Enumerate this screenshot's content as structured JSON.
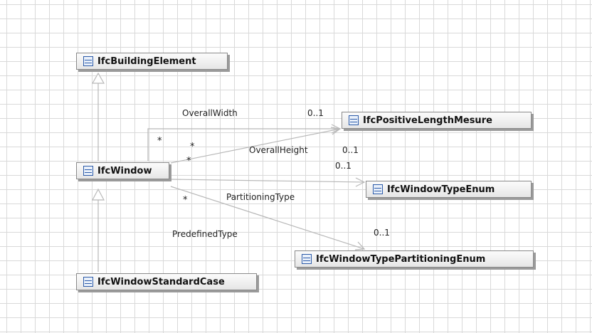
{
  "classes": {
    "building_element": "IfcBuildingElement",
    "window": "IfcWindow",
    "window_standard_case": "IfcWindowStandardCase",
    "positive_length": "IfcPositiveLengthMesure",
    "window_type_enum": "IfcWindowTypeEnum",
    "partitioning_enum": "IfcWindowTypePartitioningEnum"
  },
  "associations": [
    {
      "role": "OverallWidth",
      "source_mult": "*",
      "target_mult": "0..1"
    },
    {
      "role": "OverallHeight",
      "source_mult": "*",
      "target_mult": "0..1"
    },
    {
      "role": "PartitioningType",
      "source_mult": "*",
      "target_mult": "0..1"
    },
    {
      "role": "PredefinedType",
      "source_mult": "*",
      "target_mult": "0..1"
    }
  ],
  "colors": {
    "grid": "#d9d9d9",
    "edge": "#b8b8b8",
    "icon": "#2b5aa8",
    "box_border": "#8a8a8a"
  },
  "icons": {
    "class": "class-icon"
  }
}
